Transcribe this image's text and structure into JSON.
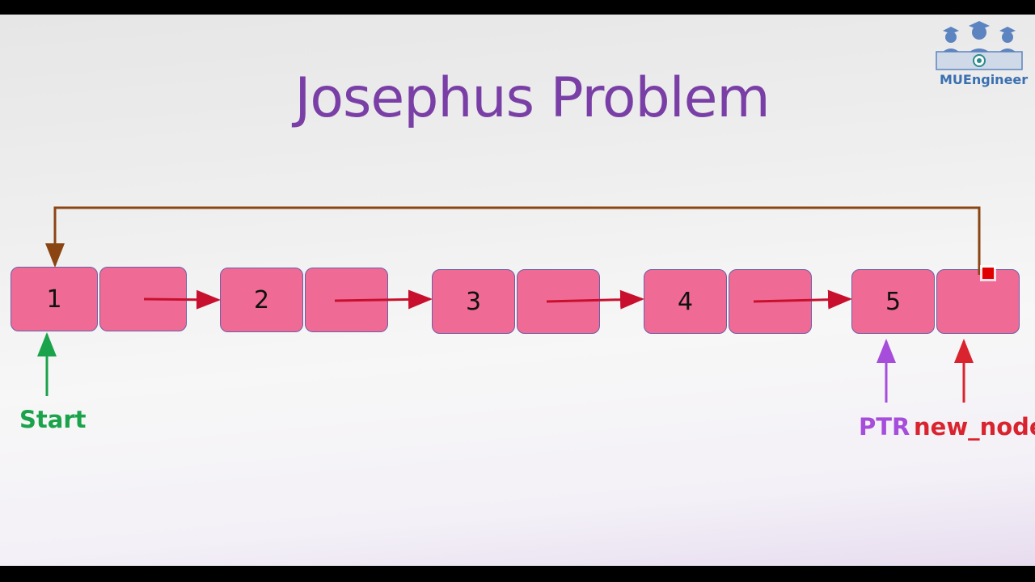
{
  "title": "Josephus Problem",
  "logo": {
    "name": "MUEngineer"
  },
  "nodes": [
    {
      "value": "1"
    },
    {
      "value": "2"
    },
    {
      "value": "3"
    },
    {
      "value": "4"
    },
    {
      "value": "5"
    }
  ],
  "pointers": {
    "start": "Start",
    "ptr": "PTR",
    "new_node": "new_node"
  },
  "colors": {
    "title": "#7a3fa6",
    "node_fill": "#f06a96",
    "link_arrow": "#c8102e",
    "loop_arrow": "#8b4513",
    "start": "#1aa34a",
    "ptr": "#a64ddb",
    "new_node": "#d9232e"
  }
}
